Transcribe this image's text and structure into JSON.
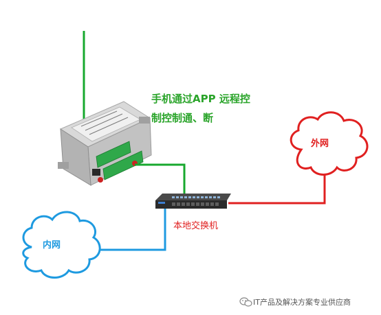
{
  "caption": {
    "line1": "手机通过APP 远程控",
    "line2": "制控制通、断",
    "color": "#2aa42a"
  },
  "nodes": {
    "outer_net": {
      "label": "外网",
      "color": "#e02020"
    },
    "inner_net": {
      "label": "内网",
      "color": "#1e9ae0"
    },
    "switch": {
      "label": "本地交换机",
      "color": "#e02020"
    }
  },
  "links": {
    "antenna_color": "#17a82e",
    "relay_switch_color": "#17a82e",
    "switch_outer_color": "#e02020",
    "switch_inner_color": "#1e9ae0"
  },
  "watermark": {
    "icon": "wechat-icon",
    "text": "IT产品及解决方案专业供应商"
  }
}
